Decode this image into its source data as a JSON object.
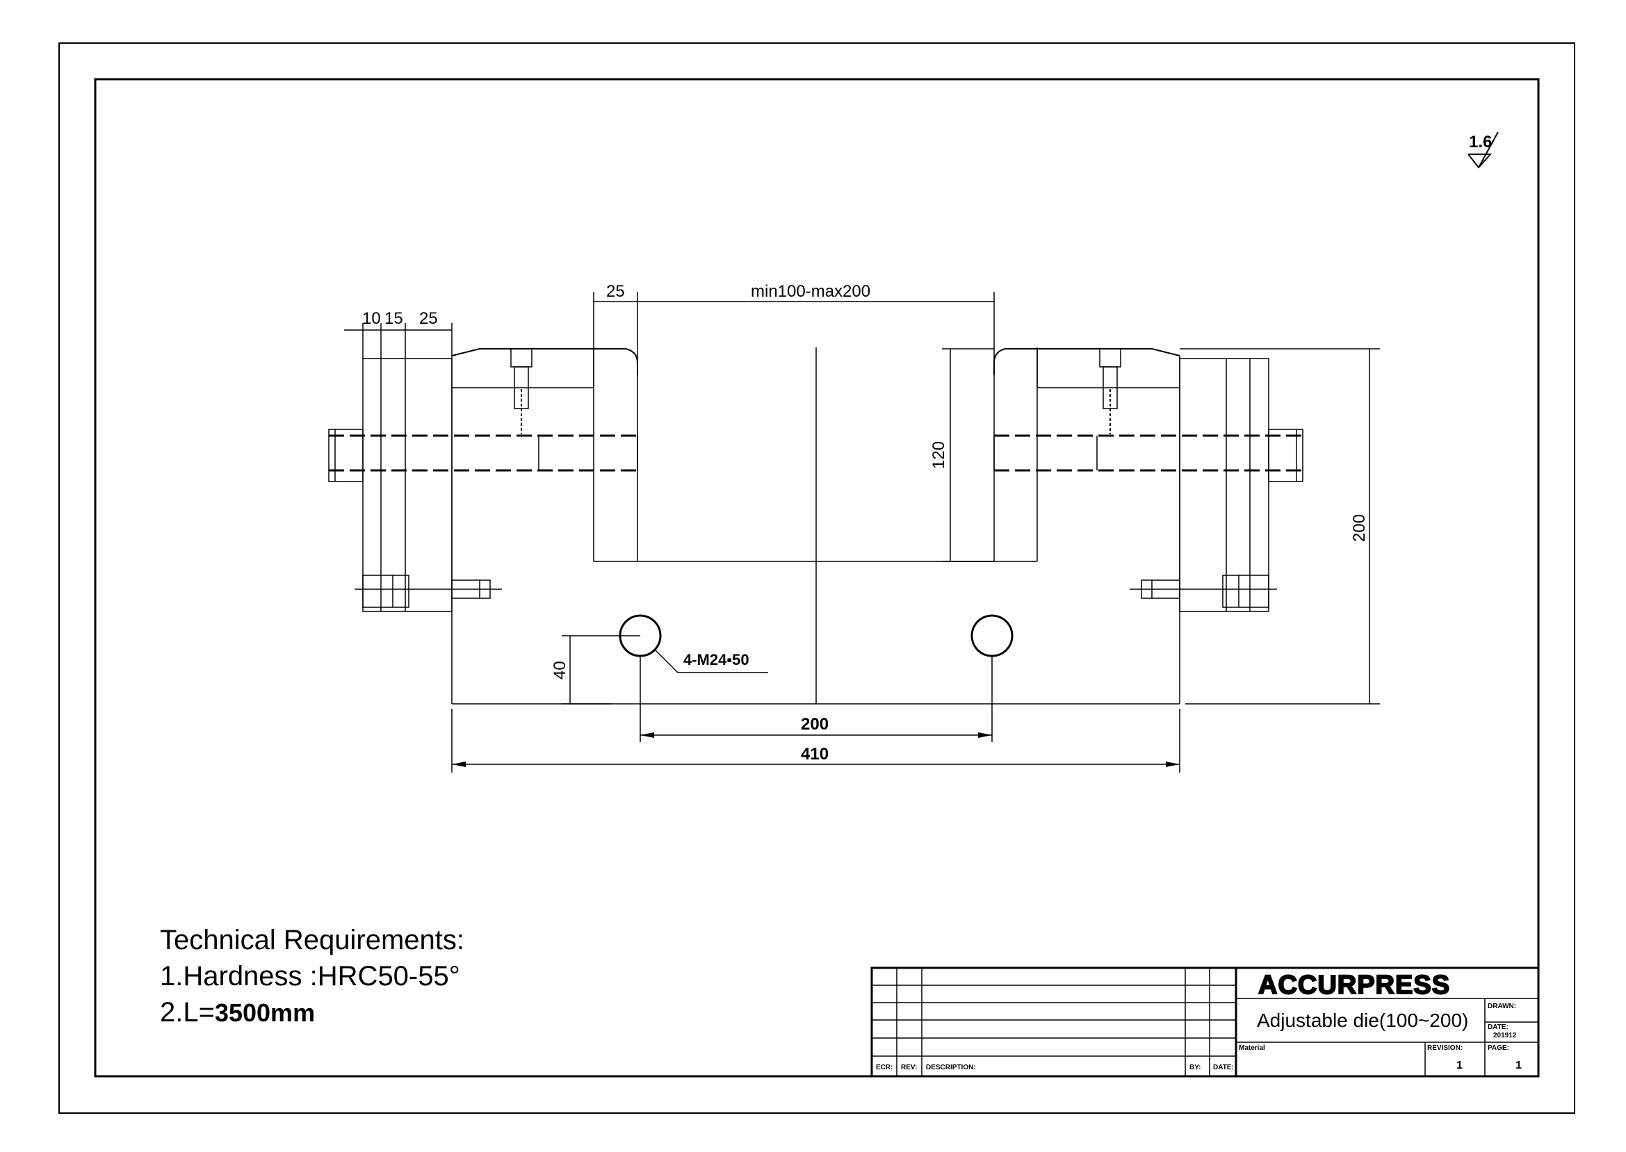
{
  "drawing": {
    "surface_roughness": "1.6",
    "dimensions": {
      "d10": "10",
      "d15": "15",
      "d25_left": "25",
      "d25_top": "25",
      "gap": "min100-max200",
      "h120": "120",
      "h200": "200",
      "h40": "40",
      "hole_spacing": "200",
      "total_width": "410"
    },
    "hole_callout": "4-M24",
    "hole_callout_depth": "50"
  },
  "notes": {
    "heading": "Technical Requirements:",
    "item1": "1.Hardness :HRC50-55°",
    "item2_prefix": "2.L=",
    "item2_value": "3500mm"
  },
  "title_block": {
    "brand": "ACCURPRESS",
    "part_name": "Adjustable die(100~200)",
    "drawn_label": "DRAWN:",
    "date_label": "DATE:",
    "date_value": "201912",
    "material_label": "Material",
    "revision_label": "REVISION:",
    "revision_value": "1",
    "page_label": "PAGE:",
    "page_value": "1",
    "col_ecr": "ECR:",
    "col_rev": "REV:",
    "col_description": "DESCRIPTION:",
    "col_by": "BY:",
    "col_date": "DATE:"
  }
}
